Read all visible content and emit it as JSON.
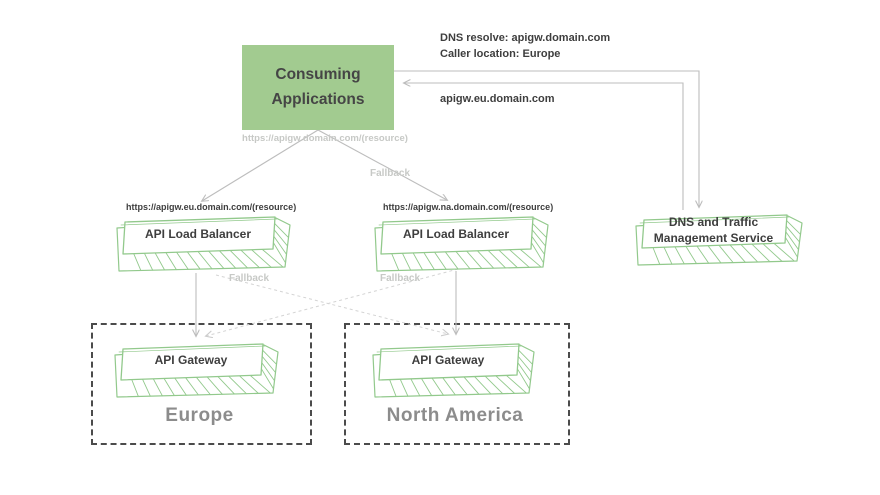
{
  "nodes": {
    "consuming_applications": {
      "label": "Consuming Applications"
    },
    "lb_eu": {
      "label": "API Load Balancer"
    },
    "lb_na": {
      "label": "API Load Balancer"
    },
    "dns": {
      "label": "DNS and Traffic Management Service"
    },
    "gw_eu": {
      "label": "API Gateway"
    },
    "gw_na": {
      "label": "API Gateway"
    }
  },
  "regions": {
    "europe": {
      "label": "Europe"
    },
    "north_america": {
      "label": "North America"
    }
  },
  "annotations": {
    "dns_resolve": "DNS resolve: apigw.domain.com",
    "caller_location": "Caller location: Europe",
    "dns_response": "apigw.eu.domain.com",
    "primary_url": "https://apigw.domain.com/(resource)",
    "eu_url": "https://apigw.eu.domain.com/(resource)",
    "na_url": "https://apigw.na.domain.com/(resource)",
    "fallback_top": "Fallback",
    "fallback_left": "Fallback",
    "fallback_right": "Fallback"
  },
  "colors": {
    "node_fill_green": "#a2cb90",
    "node_text": "#454545",
    "sketch_stroke": "#92c98c",
    "label_dark": "#3e3e3e",
    "label_muted": "#c7c9c6",
    "arrow_solid": "#bdbdbd",
    "arrow_dashed": "#d4d4d4",
    "region_border": "#4b4b4b",
    "region_label": "#8c8c8c"
  }
}
